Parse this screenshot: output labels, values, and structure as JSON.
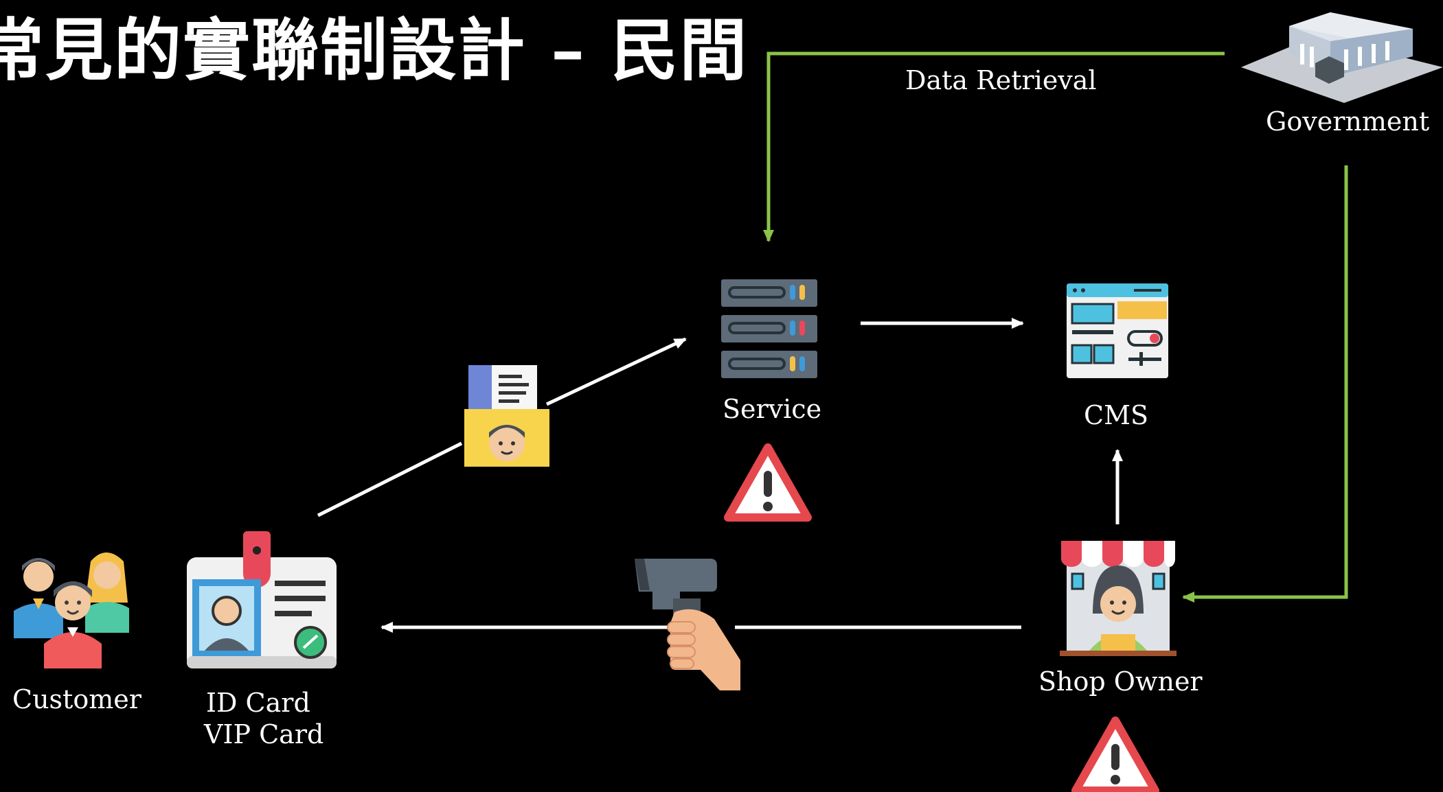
{
  "title": "常見的實聯制設計 – 民間",
  "nodes": {
    "customer": "Customer",
    "id_card_line1": "ID Card",
    "id_card_line2": "VIP Card",
    "service": "Service",
    "cms": "CMS",
    "shop_owner": "Shop Owner",
    "government": "Government"
  },
  "edges": {
    "data_retrieval": "Data Retrieval"
  },
  "colors": {
    "background": "#000000",
    "text": "#ffffff",
    "arrow": "#ffffff",
    "government_arrow": "#8bc34a",
    "warning": "#e5484d"
  },
  "icons": {
    "customer": "people-group-icon",
    "id_card": "id-card-icon",
    "service": "server-rack-icon",
    "cms": "dashboard-window-icon",
    "shop_owner": "shop-owner-icon",
    "government": "government-building-icon",
    "scanner": "barcode-scanner-icon",
    "profile_folder": "profile-folder-icon",
    "warning": "warning-triangle-icon"
  }
}
